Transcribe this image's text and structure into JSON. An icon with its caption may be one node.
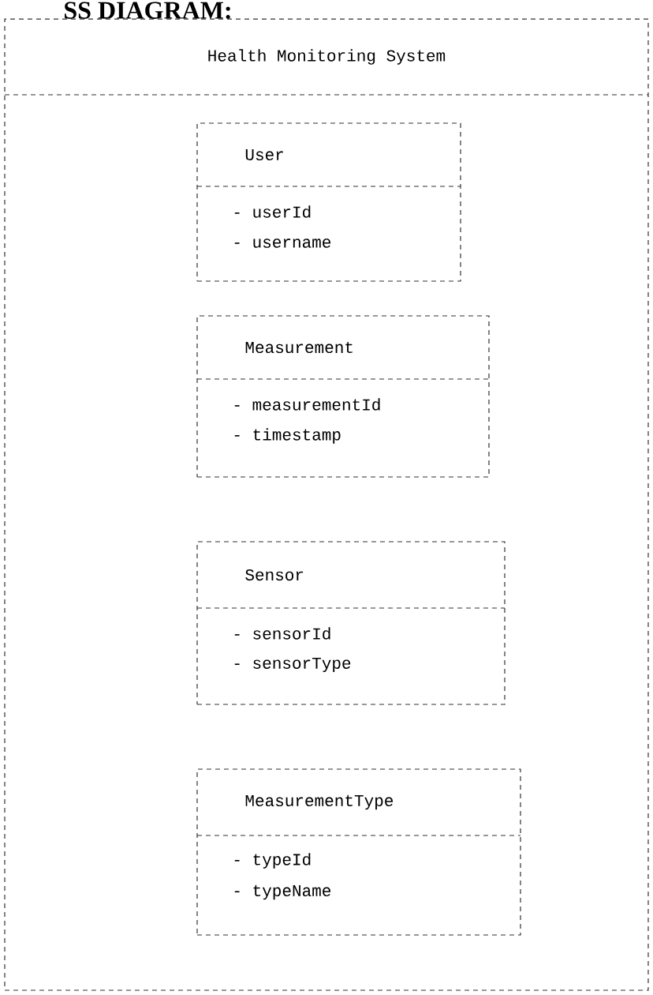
{
  "diagram": {
    "title": "SS DIAGRAM:",
    "nodes": [
      {
        "text": [
          "Health Monitoring System"
        ]
      },
      {
        "text": [
          "User",
          "- userId",
          "- username"
        ],
        "in": 0
      },
      {
        "text": [
          "Measurement",
          "- measurementId",
          "- timestamp"
        ],
        "in": 0
      },
      {
        "text": [
          "Sensor",
          "- sensorId",
          "- sensorType"
        ],
        "in": 0
      },
      {
        "text": [
          "MeasurementType",
          "- typeId",
          "- typeName"
        ],
        "in": 0
      }
    ]
  }
}
